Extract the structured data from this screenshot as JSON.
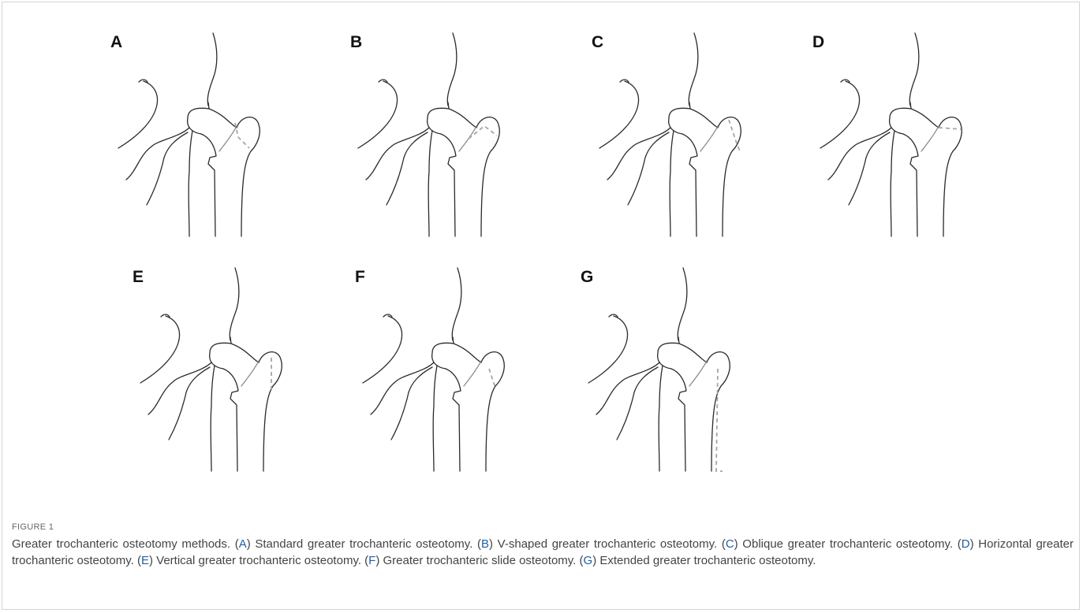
{
  "figure": {
    "number_label": "FIGURE 1",
    "panels": [
      {
        "id": "A",
        "label": "A",
        "method": "standard"
      },
      {
        "id": "B",
        "label": "B",
        "method": "v-shaped"
      },
      {
        "id": "C",
        "label": "C",
        "method": "oblique"
      },
      {
        "id": "D",
        "label": "D",
        "method": "horizontal"
      },
      {
        "id": "E",
        "label": "E",
        "method": "vertical"
      },
      {
        "id": "F",
        "label": "F",
        "method": "slide"
      },
      {
        "id": "G",
        "label": "G",
        "method": "extended"
      }
    ]
  },
  "caption": {
    "intro": "Greater trochanteric osteotomy methods. ",
    "items": [
      {
        "letter": "A",
        "text": " Standard greater trochanteric osteotomy. "
      },
      {
        "letter": "B",
        "text": " V-shaped greater trochanteric osteotomy. "
      },
      {
        "letter": "C",
        "text": " Oblique greater trochanteric osteotomy. "
      },
      {
        "letter": "D",
        "text": " Horizontal greater trochanteric osteotomy. "
      },
      {
        "letter": "E",
        "text": " Vertical greater trochanteric osteotomy. "
      },
      {
        "letter": "F",
        "text": " Greater trochanteric slide osteotomy. "
      },
      {
        "letter": "G",
        "text": " Extended greater trochanteric osteotomy."
      }
    ]
  },
  "colors": {
    "caption_letter": "#1f5fa8",
    "line": "#2b2b2b",
    "osteotomy_line": "#a6a6a6"
  }
}
